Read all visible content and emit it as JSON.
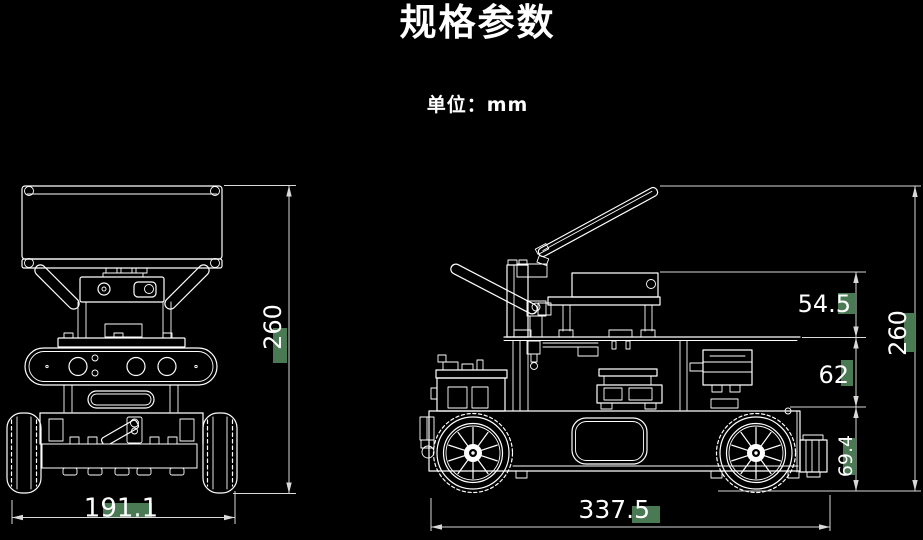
{
  "page": {
    "title": "规格参数",
    "unit_label": "单位：mm"
  },
  "colors": {
    "background": "#000000",
    "line": "#ffffff",
    "dimension_line": "#d9d9d9",
    "highlight_green": "#4a7a54",
    "text": "#ffffff"
  },
  "dimensions": {
    "front_width": "191.1",
    "front_height": "260",
    "side_length": "337.5",
    "side_height": "260",
    "side_upper_section": "54.5",
    "side_middle_section": "62",
    "side_lower_section": "69.4"
  }
}
